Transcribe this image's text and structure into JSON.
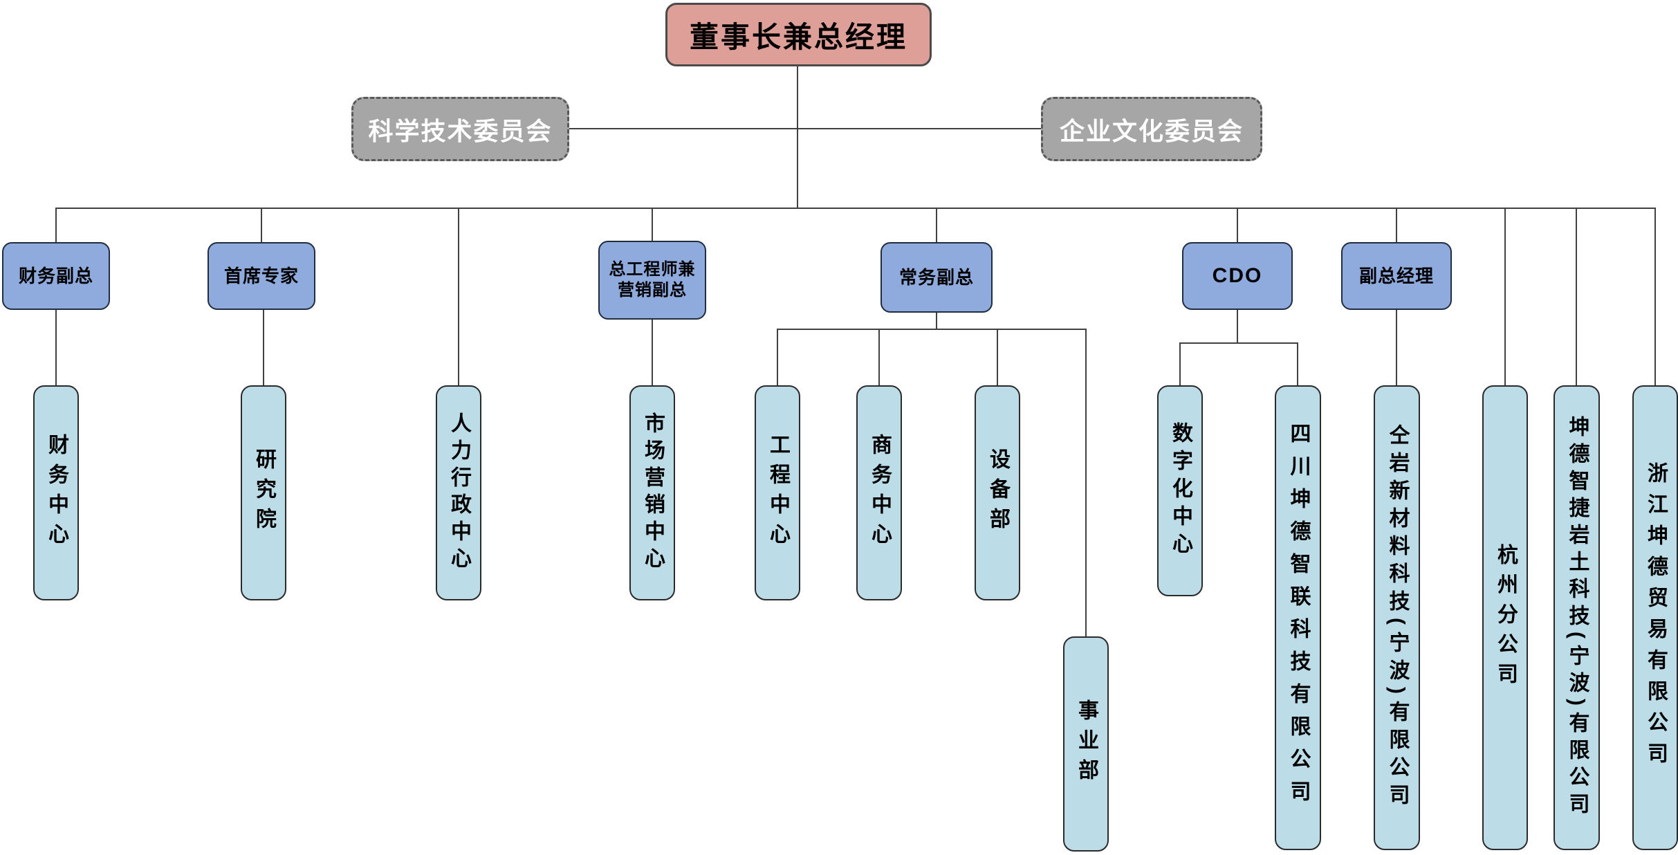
{
  "nodes": {
    "root": "董事长兼总经理",
    "committee_left": "科学技术委员会",
    "committee_right": "企业文化委员会",
    "exec_finance_vp": "财务副总",
    "exec_chief_expert": "首席专家",
    "exec_chief_engineer_marketing_vp": "总工程师兼\n营销副总",
    "exec_executive_vp": "常务副总",
    "exec_cdo": "CDO",
    "exec_deputy_gm": "副总经理",
    "dept_finance_center": "财务中心",
    "dept_research_institute": "研究院",
    "dept_hr_admin_center": "人力行政中心",
    "dept_marketing_center": "市场营销中心",
    "dept_engineering_center": "工程中心",
    "dept_business_center": "商务中心",
    "dept_equipment": "设备部",
    "dept_business_division": "事业部",
    "dept_digitalization_center": "数字化中心",
    "company_sichuan_kunde_zhilian": "四川坤德智联科技有限公司",
    "company_quanyan_new_materials": "仝岩新材料科技(宁波)有限公司",
    "company_hangzhou_branch": "杭州分公司",
    "company_kunde_zhijie_geotech": "坤德智捷岩土科技(宁波)有限公司",
    "company_zhejiang_kunde_trading": "浙江坤德贸易有限公司"
  },
  "colors": {
    "root_fill": "#df9f99",
    "committee_fill": "#a6a6a6",
    "exec_fill": "#8faadc",
    "dept_fill": "#bcdde8",
    "line": "#404040"
  }
}
